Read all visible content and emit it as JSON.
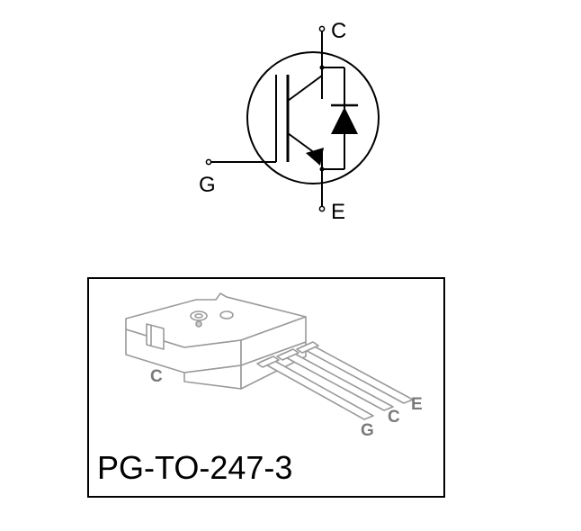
{
  "symbol": {
    "collector_label": "C",
    "gate_label": "G",
    "emitter_label": "E"
  },
  "package": {
    "name": "PG-TO-247-3",
    "body_label": "C",
    "pin_labels": [
      "G",
      "C",
      "E"
    ]
  },
  "colors": {
    "line": "#000000",
    "outline": "#9a9a9a",
    "background": "#ffffff"
  }
}
